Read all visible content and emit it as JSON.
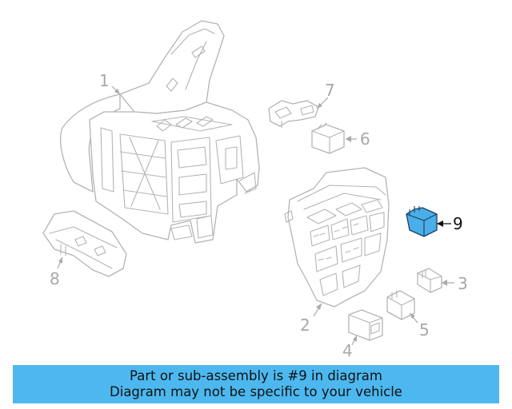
{
  "callouts": {
    "c1": "1",
    "c2": "2",
    "c3": "3",
    "c4": "4",
    "c5": "5",
    "c6": "6",
    "c7": "7",
    "c8": "8",
    "c9": "9"
  },
  "highlighted_part": "9",
  "colors": {
    "highlight_fill": "#4aaee8",
    "banner_background": "#4db8ef",
    "line_art": "#b4b4b4"
  },
  "banner": {
    "line1": "Part or sub-assembly is #9 in diagram",
    "line2": "Diagram may not be specific to your vehicle"
  }
}
